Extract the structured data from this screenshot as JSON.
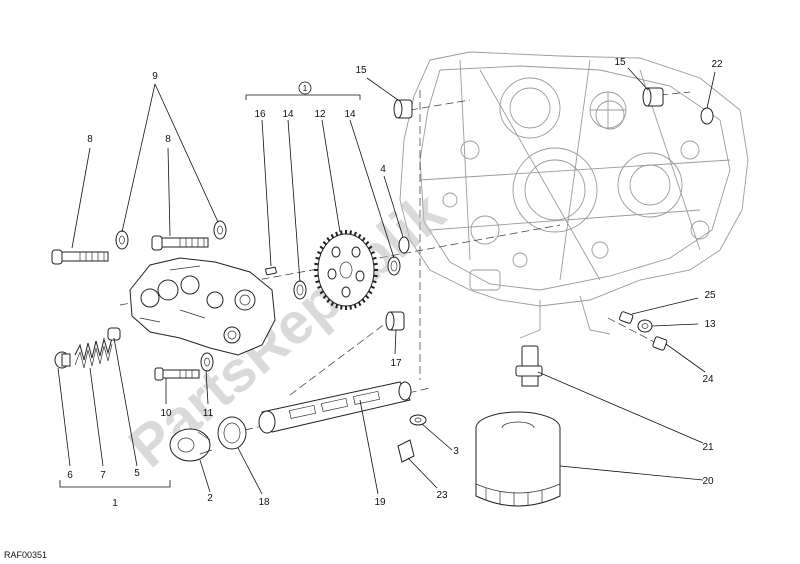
{
  "diagram_code": "RAF00351",
  "watermark": "PartsRepublik",
  "callouts": {
    "c1": "1",
    "c2": "2",
    "c3": "3",
    "c4": "4",
    "c5": "5",
    "c6": "6",
    "c7": "7",
    "c8a": "8",
    "c8b": "8",
    "c9": "9",
    "c10": "10",
    "c11": "11",
    "c12": "12",
    "c13": "13",
    "c14a": "14",
    "c14b": "14",
    "c15a": "15",
    "c15b": "15",
    "c16": "16",
    "c17": "17",
    "c18": "18",
    "c19": "19",
    "c20": "20",
    "c21": "21",
    "c22": "22",
    "c23": "23",
    "c24": "24",
    "c25": "25",
    "kit": "1"
  }
}
